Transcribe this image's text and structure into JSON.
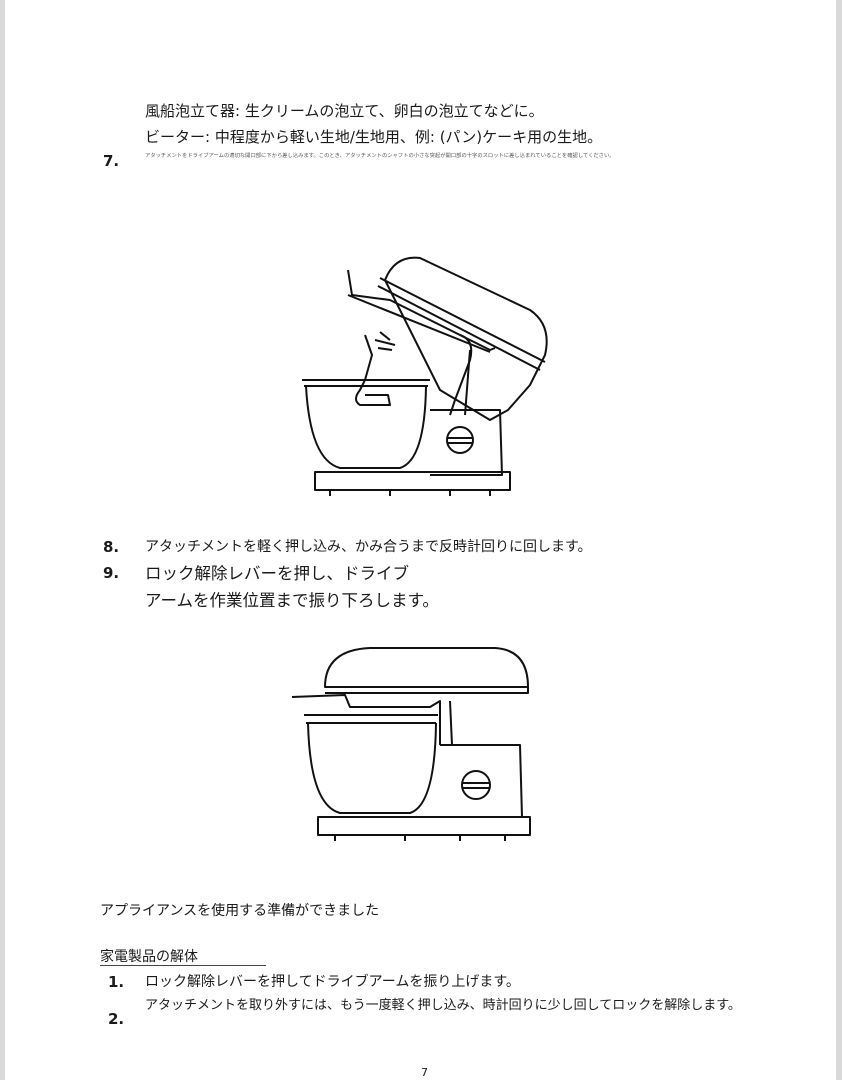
{
  "intro": {
    "whisk": "風船泡立て器: 生クリームの泡立て、卵白の泡立てなどに。",
    "beater": "ビーター: 中程度から軽い生地/生地用、例: (パン)ケーキ用の生地。"
  },
  "steps": [
    {
      "num": "7.",
      "text": "アタッチメントをドライブアームの適切な開口部に下から差し込みます。このとき、アタッチメントのシャフトの小さな突起が開口部の十字のスロットに差し込まれていることを確認してください。"
    },
    {
      "num": "8.",
      "text": "アタッチメントを軽く押し込み、かみ合うまで反時計回りに回します。"
    },
    {
      "num": "9.",
      "text": "ロック解除レバーを押し、ドライブ",
      "text2": "アームを作業位置まで振り下ろします。"
    }
  ],
  "ready": "アプライアンスを使用する準備ができました",
  "disassembly": {
    "heading": "家電製品の解体",
    "steps": [
      {
        "num": "1.",
        "text": "ロック解除レバーを押してドライブアームを振り上げます。"
      },
      {
        "num": "2.",
        "text": "アタッチメントを取り外すには、もう一度軽く押し込み、時計回りに少し回してロックを解除します。"
      }
    ]
  },
  "page_number": "7",
  "figures": [
    "mixer-head-tilted-icon",
    "mixer-head-lowered-icon"
  ]
}
